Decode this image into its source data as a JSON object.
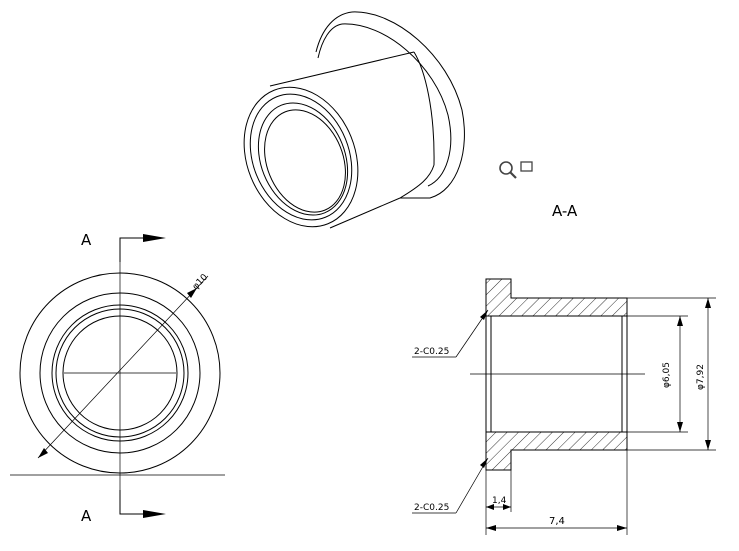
{
  "section_title": "A-A",
  "section_marker_top": "A",
  "section_marker_bottom": "A",
  "dim_diameter_10": "φ10",
  "dim_diameter_605": "φ6,05",
  "dim_diameter_792": "φ7,92",
  "dim_chamfer_top": "2-C0.25",
  "dim_chamfer_bottom": "2-C0.25",
  "dim_flange_width": "1,4",
  "dim_total_length": "7,4",
  "zoom_tool_icon": "magnifier-rectangle-icon"
}
